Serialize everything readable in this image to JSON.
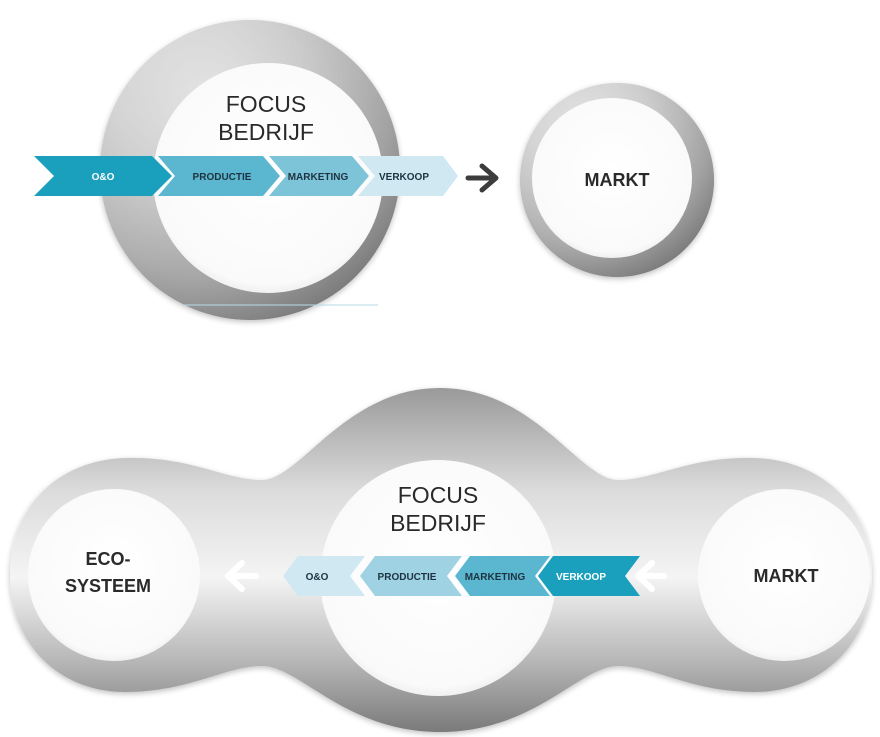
{
  "colors": {
    "teal_dark": "#1a9fbd",
    "teal_mid": "#5bb6cf",
    "teal_light": "#9fd2e2",
    "teal_pale": "#cfe8f1",
    "ring_light": "#f3f3f3",
    "ring_dark": "#707070",
    "arrow_dark": "#3c3c3c",
    "text_dark": "#2a2a2a"
  },
  "top": {
    "company_title_1": "FOCUS",
    "company_title_2": "BEDRIJF",
    "market_label": "MARKT",
    "chain_steps": [
      "O&O",
      "PRODUCTIE",
      "MARKETING",
      "VERKOOP"
    ]
  },
  "bottom": {
    "company_title_1": "FOCUS",
    "company_title_2": "BEDRIJF",
    "market_label": "MARKT",
    "ecosystem_label_1": "ECO-",
    "ecosystem_label_2": "SYSTEEM",
    "chain_steps": [
      "O&O",
      "PRODUCTIE",
      "MARKETING",
      "VERKOOP"
    ]
  }
}
